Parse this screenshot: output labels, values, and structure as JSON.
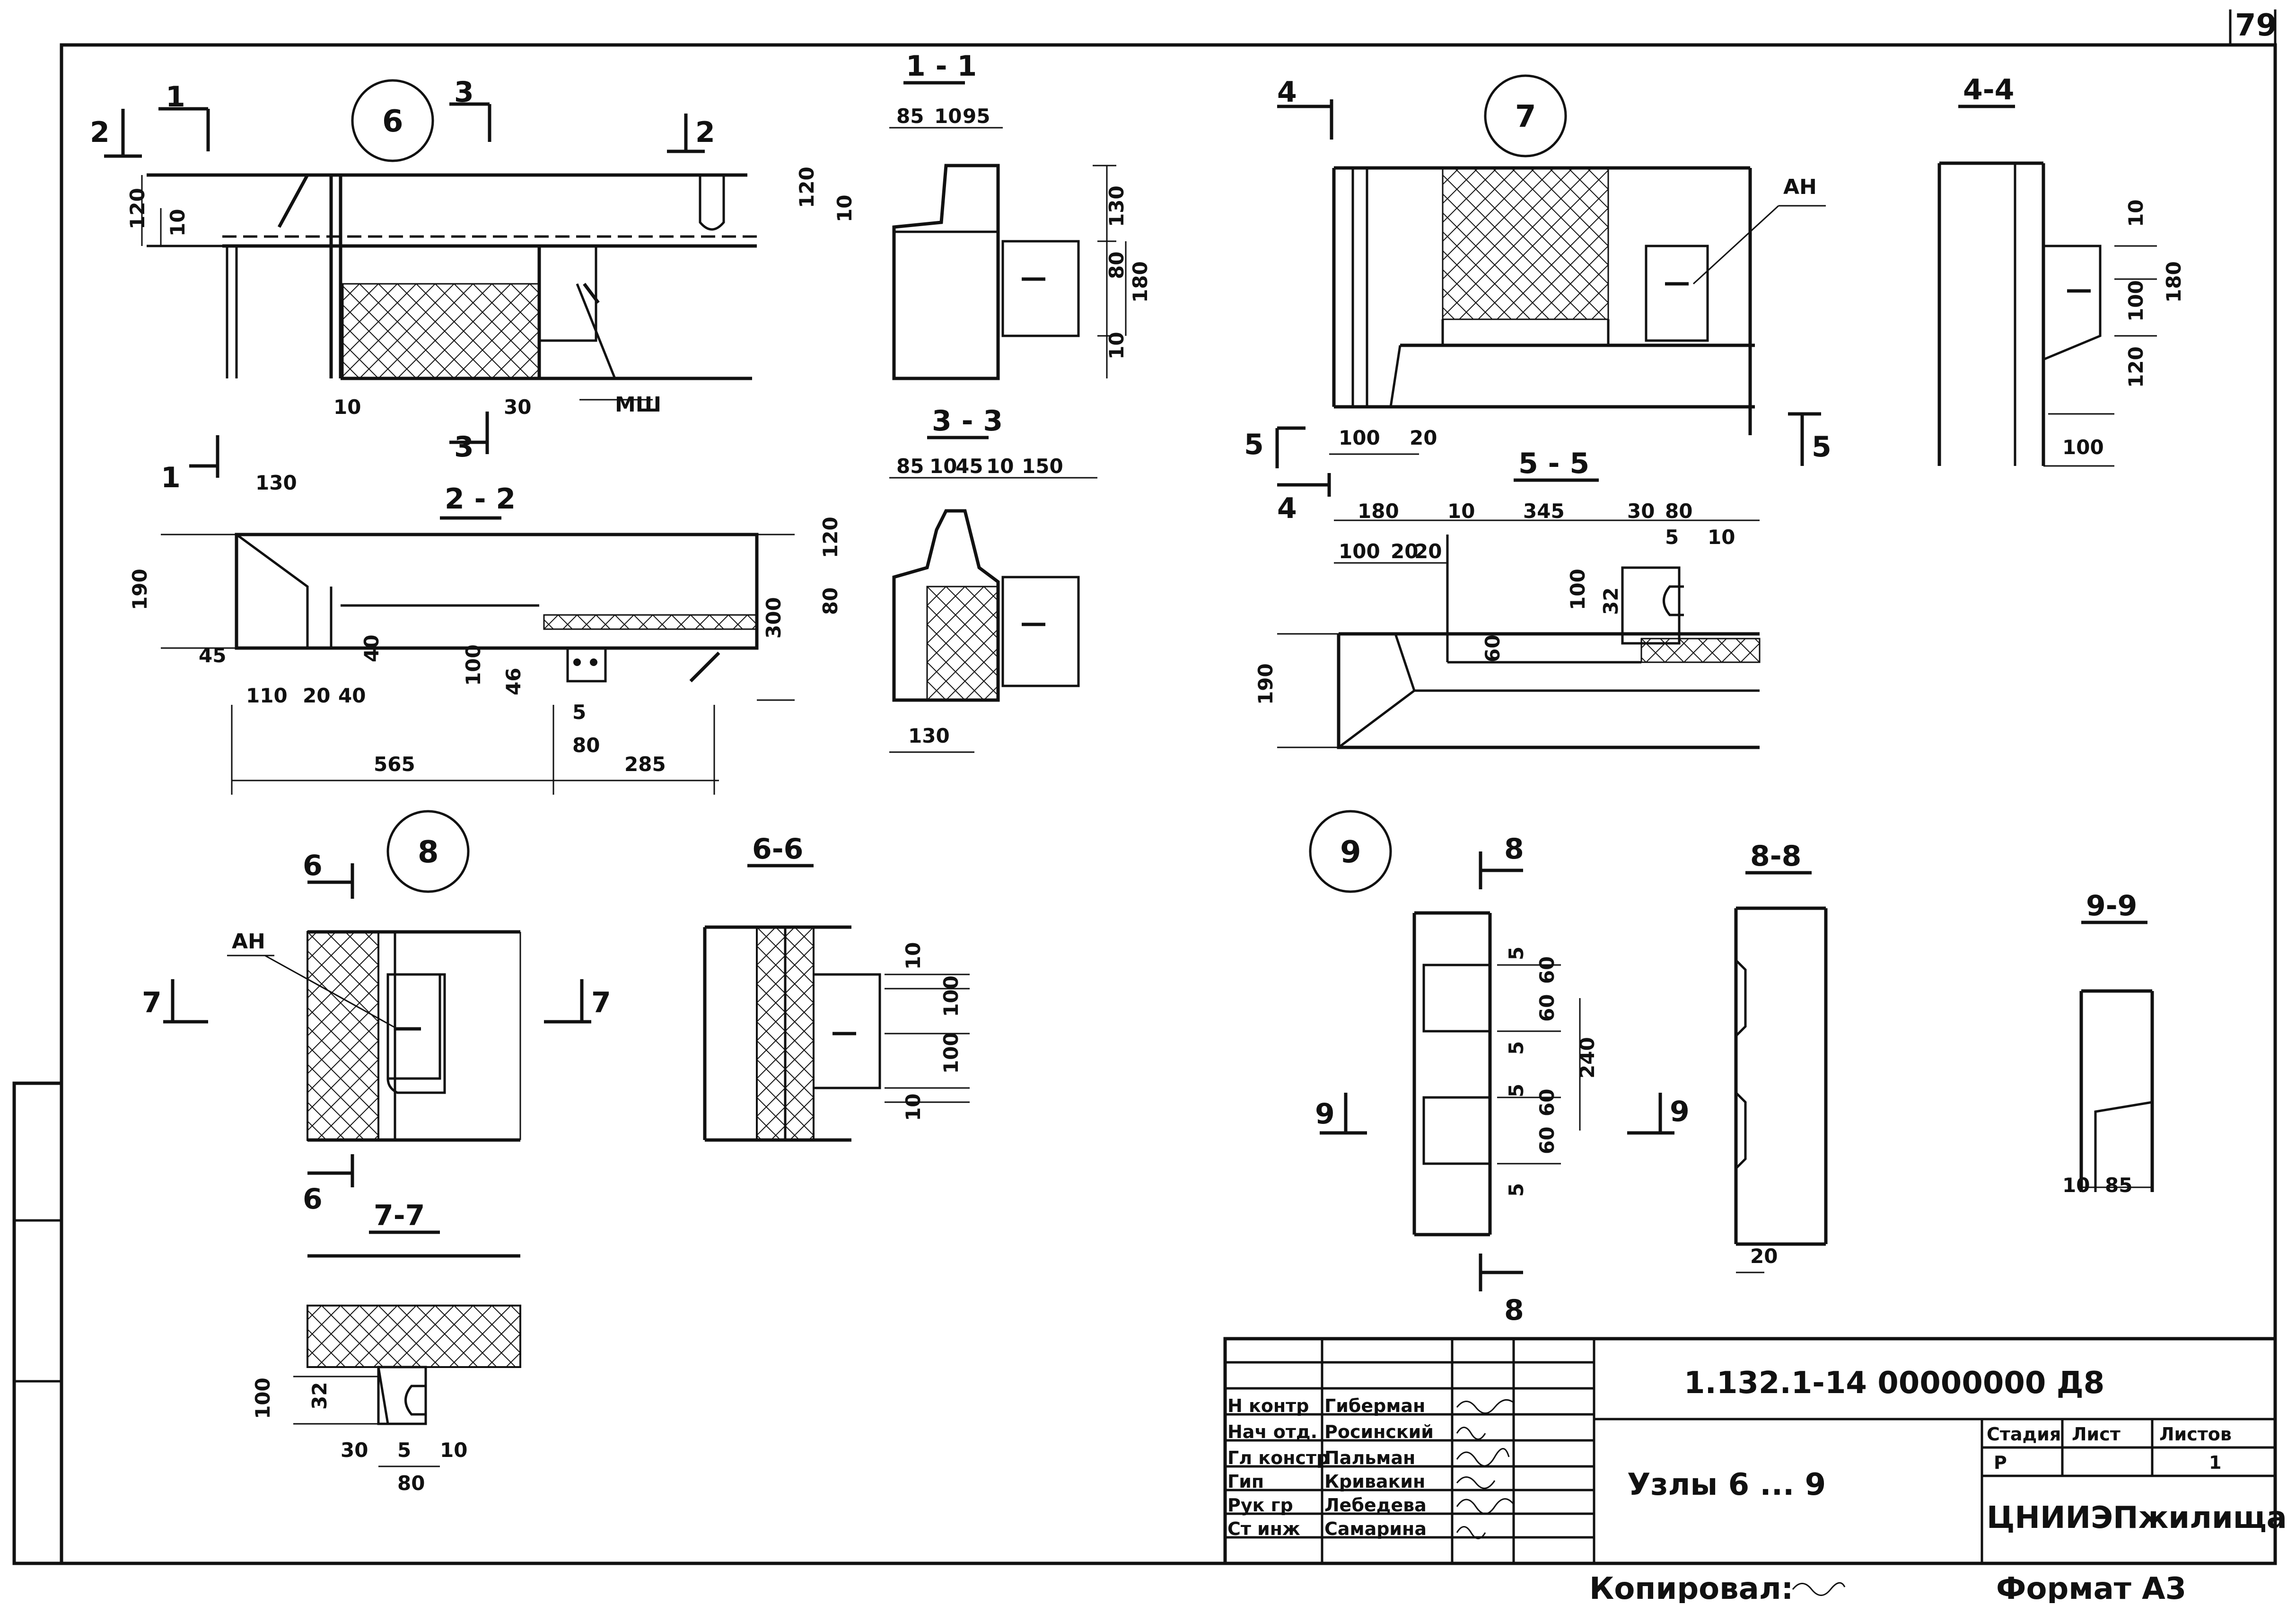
{
  "sheet": {
    "page_number": "79",
    "copied_label": "Копировал:",
    "format_label": "Формат А3"
  },
  "title_block": {
    "doc_code": "1.132.1-14   00000000 Д8",
    "drawing_title": "Узлы 6 ... 9",
    "org": "ЦНИИЭПжилища",
    "stage_header": "Стадия",
    "sheet_header": "Лист",
    "sheets_header": "Листов",
    "stage": "Р",
    "sheet": "",
    "sheets": "1",
    "roles": [
      {
        "role": "Н контр",
        "name": "Гиберман"
      },
      {
        "role": "Нач отд.",
        "name": "Росинский"
      },
      {
        "role": "Гл констр",
        "name": "Пальман"
      },
      {
        "role": "Гип",
        "name": "Кривакин"
      },
      {
        "role": "Рук гр",
        "name": "Лебедева"
      },
      {
        "role": "Ст инж",
        "name": "Самарина"
      }
    ]
  },
  "nodes": {
    "n6": "6",
    "n7": "7",
    "n8": "8",
    "n9": "9"
  },
  "sections": {
    "s11": "1 - 1",
    "s22": "2 - 2",
    "s33": "3 - 3",
    "s44": "4-4",
    "s55": "5 - 5",
    "s66": "6-6",
    "s77": "7-7",
    "s88": "8-8",
    "s99": "9-9"
  },
  "cut_marks": {
    "c1": "1",
    "c2": "2",
    "c3": "3",
    "c4": "4",
    "c5": "5",
    "c6": "6",
    "c7": "7",
    "c8": "8",
    "c9": "9"
  },
  "callouts": {
    "msh": "МШ",
    "an": "АН"
  },
  "dims": {
    "d120": "120",
    "d10": "10",
    "d30": "30",
    "d85": "85",
    "d95": "95",
    "d130": "130",
    "d80": "80",
    "d180": "180",
    "d190": "190",
    "d45": "45",
    "d110": "110",
    "d20": "20",
    "d40": "40",
    "d100": "100",
    "d46": "46",
    "d5": "5",
    "d300": "300",
    "d565": "565",
    "d285": "285",
    "d150": "150",
    "d345": "345",
    "d32": "32",
    "d60": "60",
    "d240": "240"
  }
}
